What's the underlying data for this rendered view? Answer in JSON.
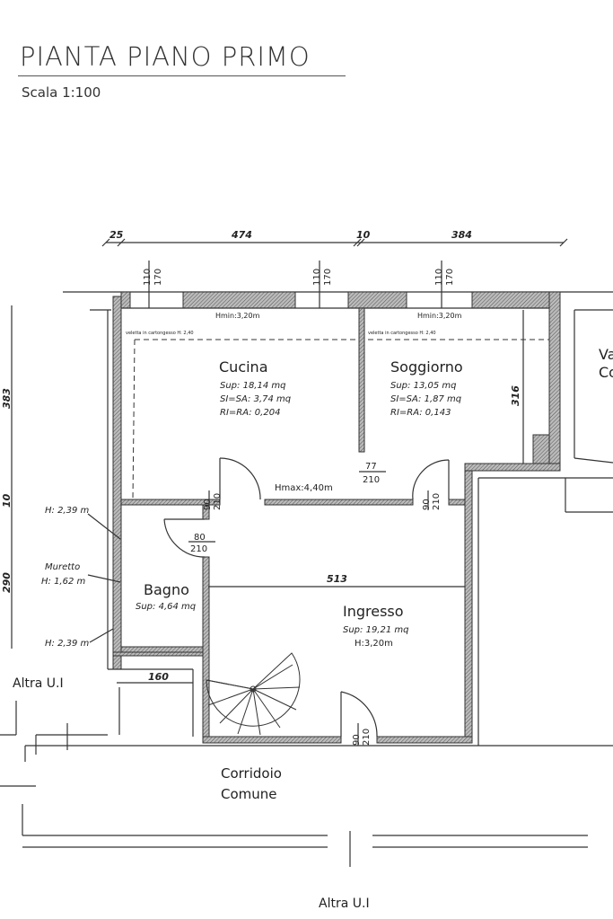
{
  "header": {
    "title": "PIANTA PIANO PRIMO",
    "scale": "Scala 1:100"
  },
  "dimensions": {
    "top": [
      "25",
      "474",
      "10",
      "384"
    ],
    "left": [
      "383",
      "10",
      "290"
    ],
    "windows": [
      "110",
      "170"
    ],
    "right_316": "316",
    "ingresso_width": "513",
    "stair_160": "160"
  },
  "rooms": {
    "cucina": {
      "name": "Cucina",
      "sup": "Sup: 18,14 mq",
      "si": "SI=SA: 3,74 mq",
      "ri": "RI=RA:  0,204"
    },
    "soggiorno": {
      "name": "Soggiorno",
      "sup": "Sup: 13,05 mq",
      "si": "SI=SA: 1,87 mq",
      "ri": "RI=RA: 0,143"
    },
    "bagno": {
      "name": "Bagno",
      "sup": "Sup: 4,64 mq"
    },
    "ingresso": {
      "name": "Ingresso",
      "sup": "Sup: 19,21 mq",
      "h": "H:3,20m"
    },
    "corridoio": {
      "line1": "Corridoio",
      "line2": "Comune"
    }
  },
  "notes": {
    "hmin1": "Hmin:3,20m",
    "hmin2": "Hmin:3,20m",
    "veletta1": "veletta in cartongesso H: 2,40",
    "veletta2": "veletta in cartongesso H: 2,40",
    "hmax": "Hmax:4,40m",
    "h239a": "H: 2,39 m",
    "muretto": "Muretto",
    "h162": "H: 1,62 m",
    "h239b": "H: 2,39 m",
    "altra_ui_left": "Altra U.I",
    "altra_ui_bottom": "Altra U.I",
    "right_cut_1": "Va",
    "right_cut_2": "Co"
  },
  "doors": {
    "d1_w": "90",
    "d1_h": "210",
    "d2_w": "77",
    "d2_h": "210",
    "d3_w": "90",
    "d3_h": "210",
    "d4_w": "80",
    "d4_h": "210",
    "d5_w": "90",
    "d5_h": "210"
  }
}
